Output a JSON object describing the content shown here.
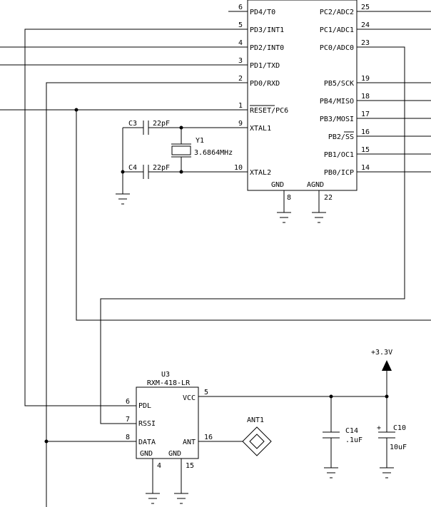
{
  "mcu": {
    "left_pins": [
      {
        "num": "6",
        "label": "PD4/T0"
      },
      {
        "num": "5",
        "label": "PD3/INT1"
      },
      {
        "num": "4",
        "label": "PD2/INT0"
      },
      {
        "num": "3",
        "label": "PD1/TXD"
      },
      {
        "num": "2",
        "label": "PD0/RXD"
      },
      {
        "num": "1",
        "label": "RESET/PC6"
      },
      {
        "num": "9",
        "label": "XTAL1"
      },
      {
        "num": "10",
        "label": "XTAL2"
      }
    ],
    "right_pins": [
      {
        "num": "25",
        "label": "PC2/ADC2"
      },
      {
        "num": "24",
        "label": "PC1/ADC1"
      },
      {
        "num": "23",
        "label": "PC0/ADC0"
      },
      {
        "num": "19",
        "label": "PB5/SCK"
      },
      {
        "num": "18",
        "label": "PB4/MISO"
      },
      {
        "num": "17",
        "label": "PB3/MOSI"
      },
      {
        "num": "16",
        "label": "PB2/SS"
      },
      {
        "num": "15",
        "label": "PB1/OC1"
      },
      {
        "num": "14",
        "label": "PB0/ICP"
      }
    ],
    "bottom_pins": [
      {
        "num": "8",
        "label": "GND"
      },
      {
        "num": "22",
        "label": "AGND"
      }
    ]
  },
  "crystal": {
    "ref": "Y1",
    "value": "3.6864MHz"
  },
  "caps": {
    "c3": {
      "ref": "C3",
      "value": "22pF"
    },
    "c4": {
      "ref": "C4",
      "value": "22pF"
    },
    "c14": {
      "ref": "C14",
      "value": ".1uF"
    },
    "c10": {
      "ref": "C10",
      "value": "10uF",
      "polarity": "+"
    }
  },
  "receiver": {
    "ref": "U3",
    "part": "RXM-418-LR",
    "pins": {
      "pdl": {
        "num": "6",
        "label": "PDL"
      },
      "rssi": {
        "num": "7",
        "label": "RSSI"
      },
      "data": {
        "num": "8",
        "label": "DATA"
      },
      "vcc": {
        "num": "5",
        "label": "VCC"
      },
      "ant": {
        "num": "16",
        "label": "ANT"
      },
      "gnd1": {
        "num": "4",
        "label": "GND"
      },
      "gnd2": {
        "num": "15",
        "label": "GND"
      }
    }
  },
  "antenna": {
    "ref": "ANT1"
  },
  "power": {
    "label": "+3.3V"
  }
}
